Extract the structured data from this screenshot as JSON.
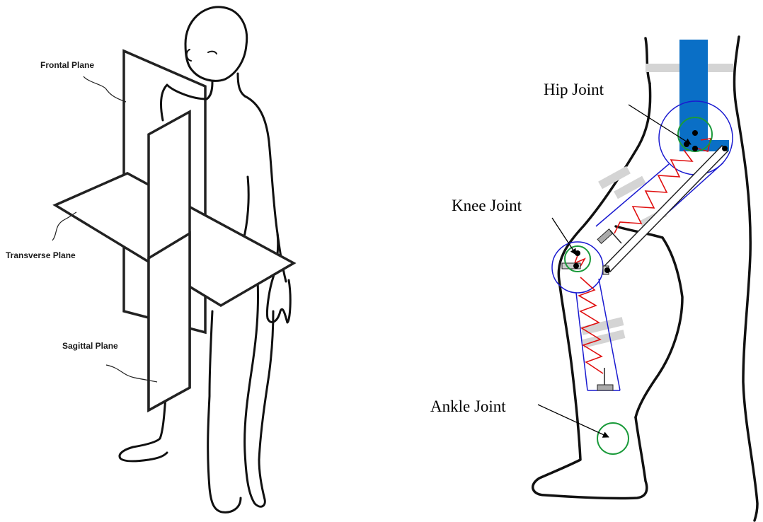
{
  "left_figure": {
    "labels": {
      "frontal": "Frontal Plane",
      "transverse": "Transverse Plane",
      "sagittal": "Sagittal Plane"
    }
  },
  "right_figure": {
    "labels": {
      "hip": "Hip Joint",
      "knee": "Knee Joint",
      "ankle": "Ankle Joint"
    }
  },
  "colors": {
    "frame_blue": "#0a6fc6",
    "link_blue": "#1a1ad0",
    "spring_red": "#e01010",
    "joint_green": "#1a9a3a",
    "strap_gray": "#d4d4d4"
  }
}
